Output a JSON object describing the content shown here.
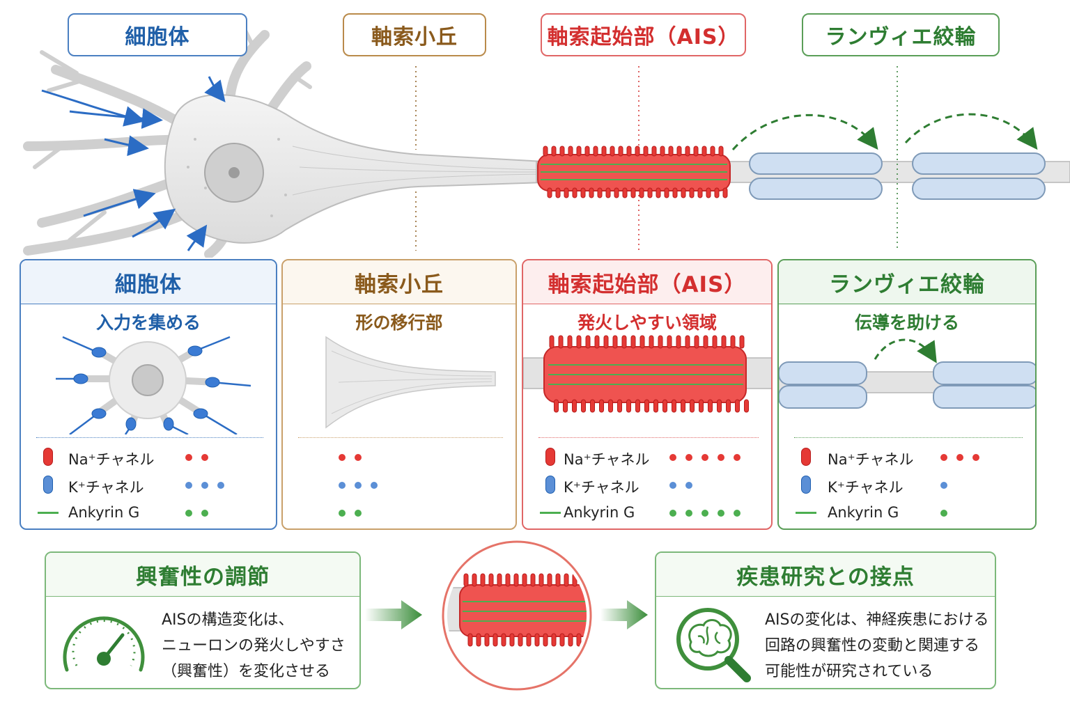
{
  "labels": {
    "soma": "細胞体",
    "hillock": "軸索小丘",
    "ais": "軸索起始部（AIS）",
    "ranvier": "ランヴィエ絞輪"
  },
  "colors": {
    "soma": "#1f5fa8",
    "hillock": "#8a5a1c",
    "ais": "#d32f2f",
    "ranvier": "#2e7d32",
    "na_channel": "#e53935",
    "k_channel": "#5b8fd6",
    "ankyrin": "#4caf50",
    "myelin": "#cfdff2"
  },
  "panels": [
    {
      "id": "soma",
      "title": "細胞体",
      "subtitle": "入力を集める",
      "legend": [
        {
          "label": "Na⁺チャネル",
          "dots": 2
        },
        {
          "label": "K⁺チャネル",
          "dots": 3
        },
        {
          "label": "Ankyrin G",
          "dots": 2
        }
      ]
    },
    {
      "id": "hillock",
      "title": "軸索小丘",
      "subtitle": "形の移行部",
      "legend": [
        {
          "label": "",
          "dots": 2
        },
        {
          "label": "",
          "dots": 3
        },
        {
          "label": "",
          "dots": 2
        }
      ]
    },
    {
      "id": "ais",
      "title": "軸索起始部（AIS）",
      "subtitle": "発火しやすい領域",
      "legend": [
        {
          "label": "Na⁺チャネル",
          "dots": 5
        },
        {
          "label": "K⁺チャネル",
          "dots": 2
        },
        {
          "label": "Ankyrin G",
          "dots": 5
        }
      ]
    },
    {
      "id": "ranvier",
      "title": "ランヴィエ絞輪",
      "subtitle": "伝導を助ける",
      "legend": [
        {
          "label": "Na⁺チャネル",
          "dots": 3
        },
        {
          "label": "K⁺チャネル",
          "dots": 1
        },
        {
          "label": "Ankyrin G",
          "dots": 1
        }
      ]
    }
  ],
  "bottom": {
    "left": {
      "title": "興奮性の調節",
      "lines": [
        "AISの構造変化は、",
        "ニューロンの発火しやすさ",
        "（興奮性）を変化させる"
      ],
      "icon": "gauge-icon"
    },
    "right": {
      "title": "疾患研究との接点",
      "lines": [
        "AISの変化は、神経疾患における",
        "回路の興奮性の変動と関連する",
        "可能性が研究されている"
      ],
      "icon": "brain-magnifier-icon"
    }
  }
}
